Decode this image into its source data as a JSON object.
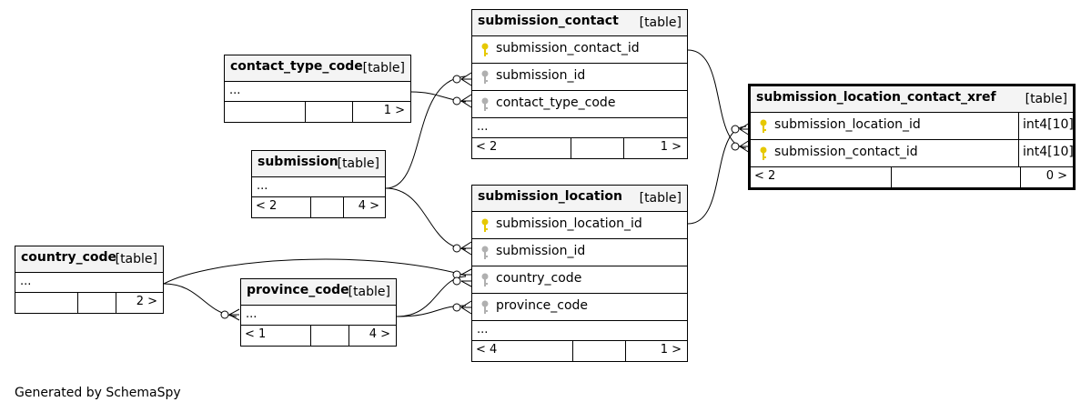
{
  "tables": {
    "submission_contact": {
      "name": "submission_contact",
      "tag": "[table]",
      "columns": [
        {
          "name": "submission_contact_id",
          "key": "primary"
        },
        {
          "name": "submission_id",
          "key": "foreign"
        },
        {
          "name": "contact_type_code",
          "key": "foreign"
        }
      ],
      "ellipsis": "...",
      "footer": {
        "parents": "< 2",
        "middle": "",
        "children": "1 >"
      }
    },
    "contact_type_code": {
      "name": "contact_type_code",
      "tag": "[table]",
      "ellipsis": "...",
      "footer": {
        "parents": "",
        "middle": "",
        "children": "1 >"
      }
    },
    "submission": {
      "name": "submission",
      "tag": "[table]",
      "ellipsis": "...",
      "footer": {
        "parents": "< 2",
        "middle": "",
        "children": "4 >"
      }
    },
    "submission_location": {
      "name": "submission_location",
      "tag": "[table]",
      "columns": [
        {
          "name": "submission_location_id",
          "key": "primary"
        },
        {
          "name": "submission_id",
          "key": "foreign"
        },
        {
          "name": "country_code",
          "key": "foreign"
        },
        {
          "name": "province_code",
          "key": "foreign"
        }
      ],
      "ellipsis": "...",
      "footer": {
        "parents": "< 4",
        "middle": "",
        "children": "1 >"
      }
    },
    "submission_location_contact_xref": {
      "name": "submission_location_contact_xref",
      "tag": "[table]",
      "columns": [
        {
          "name": "submission_location_id",
          "type": "int4[10]",
          "key": "primary"
        },
        {
          "name": "submission_contact_id",
          "type": "int4[10]",
          "key": "primary"
        }
      ],
      "footer": {
        "parents": "< 2",
        "middle": "",
        "children": "0 >"
      }
    },
    "country_code": {
      "name": "country_code",
      "tag": "[table]",
      "ellipsis": "...",
      "footer": {
        "parents": "",
        "middle": "",
        "children": "2 >"
      }
    },
    "province_code": {
      "name": "province_code",
      "tag": "[table]",
      "ellipsis": "...",
      "footer": {
        "parents": "< 1",
        "middle": "",
        "children": "4 >"
      }
    }
  },
  "relationships": [
    {
      "from": "contact_type_code",
      "to": "submission_contact.contact_type_code"
    },
    {
      "from": "submission",
      "to": "submission_contact.submission_id"
    },
    {
      "from": "submission",
      "to": "submission_location.submission_id"
    },
    {
      "from": "country_code",
      "to": "submission_location.country_code"
    },
    {
      "from": "country_code",
      "to": "province_code"
    },
    {
      "from": "province_code",
      "to": "submission_location.country_code"
    },
    {
      "from": "province_code",
      "to": "submission_location.province_code"
    },
    {
      "from": "submission_contact.submission_contact_id",
      "to": "submission_location_contact_xref.submission_contact_id"
    },
    {
      "from": "submission_location.submission_location_id",
      "to": "submission_location_contact_xref.submission_location_id"
    }
  ],
  "colors": {
    "primary_key": "#e6c800",
    "foreign_key": "#b0b0b0",
    "header_bg": "#f4f4f4"
  },
  "credit": "Generated by SchemaSpy"
}
